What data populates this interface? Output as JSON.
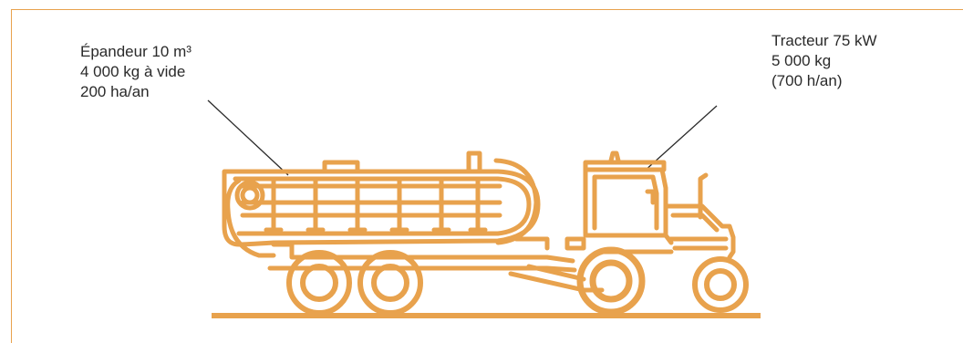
{
  "spreader": {
    "line1": "Épandeur 10 m³",
    "line2": "4 000 kg à vide",
    "line3": "200 ha/an"
  },
  "tractor": {
    "line1": "Tracteur 75 kW",
    "line2": "5 000 kg",
    "line3": "(700 h/an)"
  },
  "colors": {
    "vehicle": "#e8a24d",
    "frame": "#e8a24d",
    "text": "#2a2a2a",
    "leader": "#2a2a2a"
  }
}
